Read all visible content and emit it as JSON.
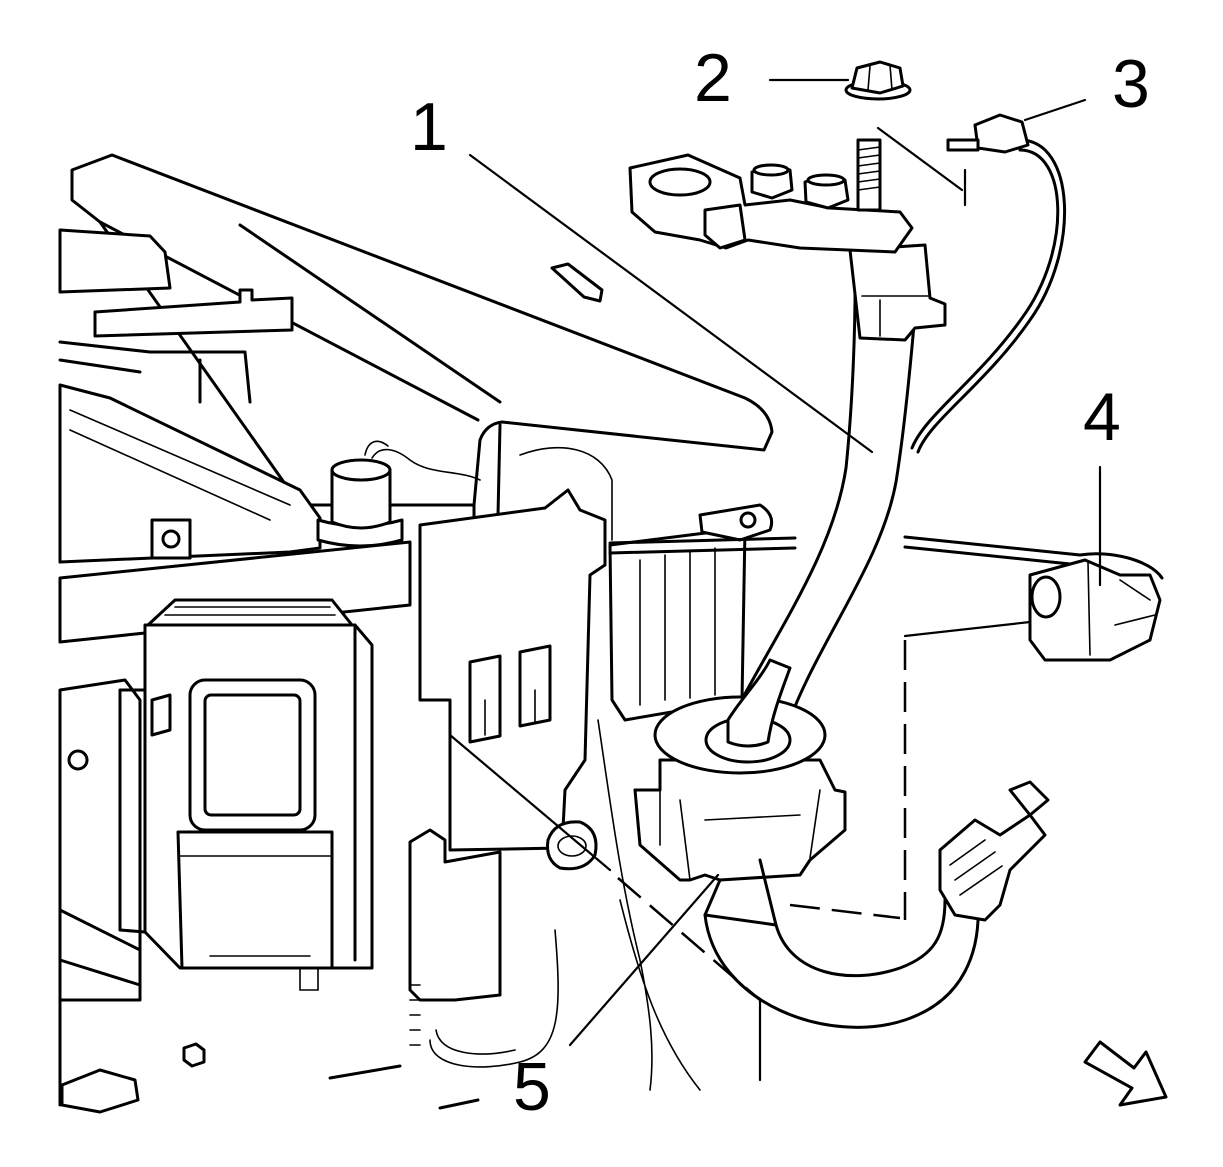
{
  "callouts": {
    "c1": "1",
    "c2": "2",
    "c3": "3",
    "c4": "4",
    "c5": "5"
  },
  "icons": {
    "view_direction": "direction-arrow-icon"
  },
  "colors": {
    "line": "#000000",
    "background": "#ffffff"
  }
}
